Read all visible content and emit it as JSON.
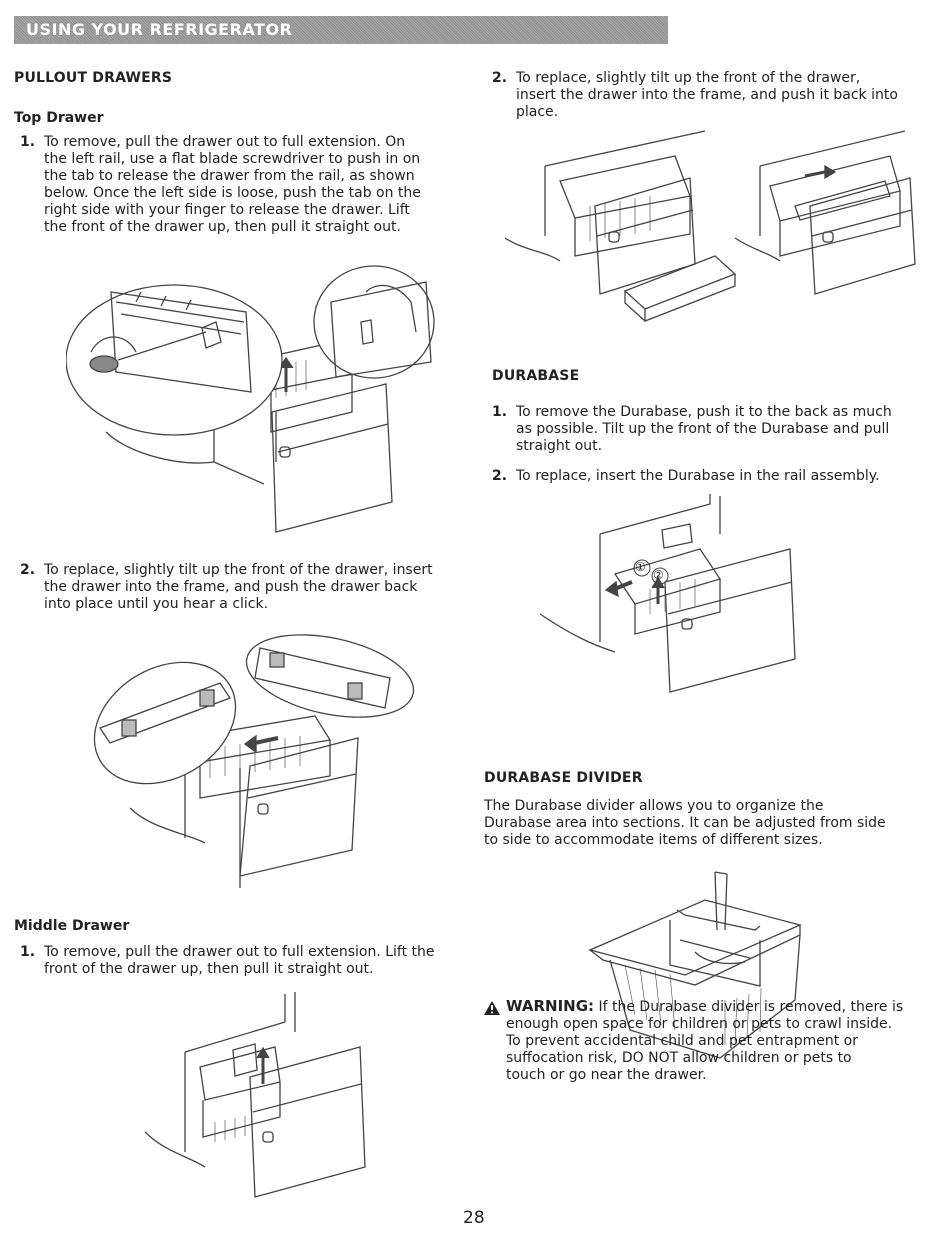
{
  "banner": {
    "title": "USING YOUR REFRIGERATOR"
  },
  "left": {
    "section_title": "PULLOUT DRAWERS",
    "top_drawer": {
      "title": "Top Drawer",
      "step1": {
        "num": "1.",
        "lines": [
          "To remove, pull the drawer out to full extension. On",
          "the left rail, use a flat blade screwdriver to push in on",
          "the tab to release the drawer from the rail, as shown",
          "below. Once the left side is loose, push the tab on the",
          "right side with your finger to release the drawer. Lift",
          "the front of the drawer up, then pull it straight out."
        ]
      },
      "step2": {
        "num": "2.",
        "lines": [
          "To replace, slightly tilt up the front of the drawer, insert",
          "the drawer into the frame, and push the drawer back",
          "into place until you hear a click."
        ]
      }
    },
    "middle_drawer": {
      "title": "Middle Drawer",
      "step1": {
        "num": "1.",
        "lines": [
          "To remove, pull the drawer out to full extension. Lift the",
          "front of the drawer up, then pull it straight out."
        ]
      }
    }
  },
  "right": {
    "replace_step": {
      "num": "2.",
      "lines": [
        "To replace, slightly tilt up the front of the drawer,",
        "insert the drawer into the frame, and push it back into",
        "place."
      ]
    },
    "durabase": {
      "title": "DURABASE",
      "step1": {
        "num": "1.",
        "lines": [
          "To remove the Durabase, push it to the back as much",
          "as possible. Tilt up the front of the Durabase and pull",
          "straight out."
        ]
      },
      "step2": {
        "num": "2.",
        "lines": [
          "To replace, insert the Durabase in the rail assembly."
        ]
      },
      "callouts": {
        "one": "①",
        "two": "②"
      }
    },
    "divider": {
      "title": "DURABASE DIVIDER",
      "lines": [
        "The Durabase divider allows you to organize the",
        "Durabase area into sections. It can be adjusted from side",
        "to side to accommodate items of different sizes."
      ]
    },
    "warning": {
      "label": "WARNING:",
      "first_line": "If the Durabase divider is removed, there is",
      "lines": [
        "enough open space for children or pets to crawl inside.",
        "To prevent accidental child and pet entrapment or",
        "suffocation risk, DO NOT allow children or pets to",
        "touch or go near the drawer."
      ]
    }
  },
  "page_number": "28",
  "icons": {
    "warning": "warning-triangle-icon"
  },
  "colors": {
    "banner": "#9c9c9c",
    "line": "#444444"
  }
}
